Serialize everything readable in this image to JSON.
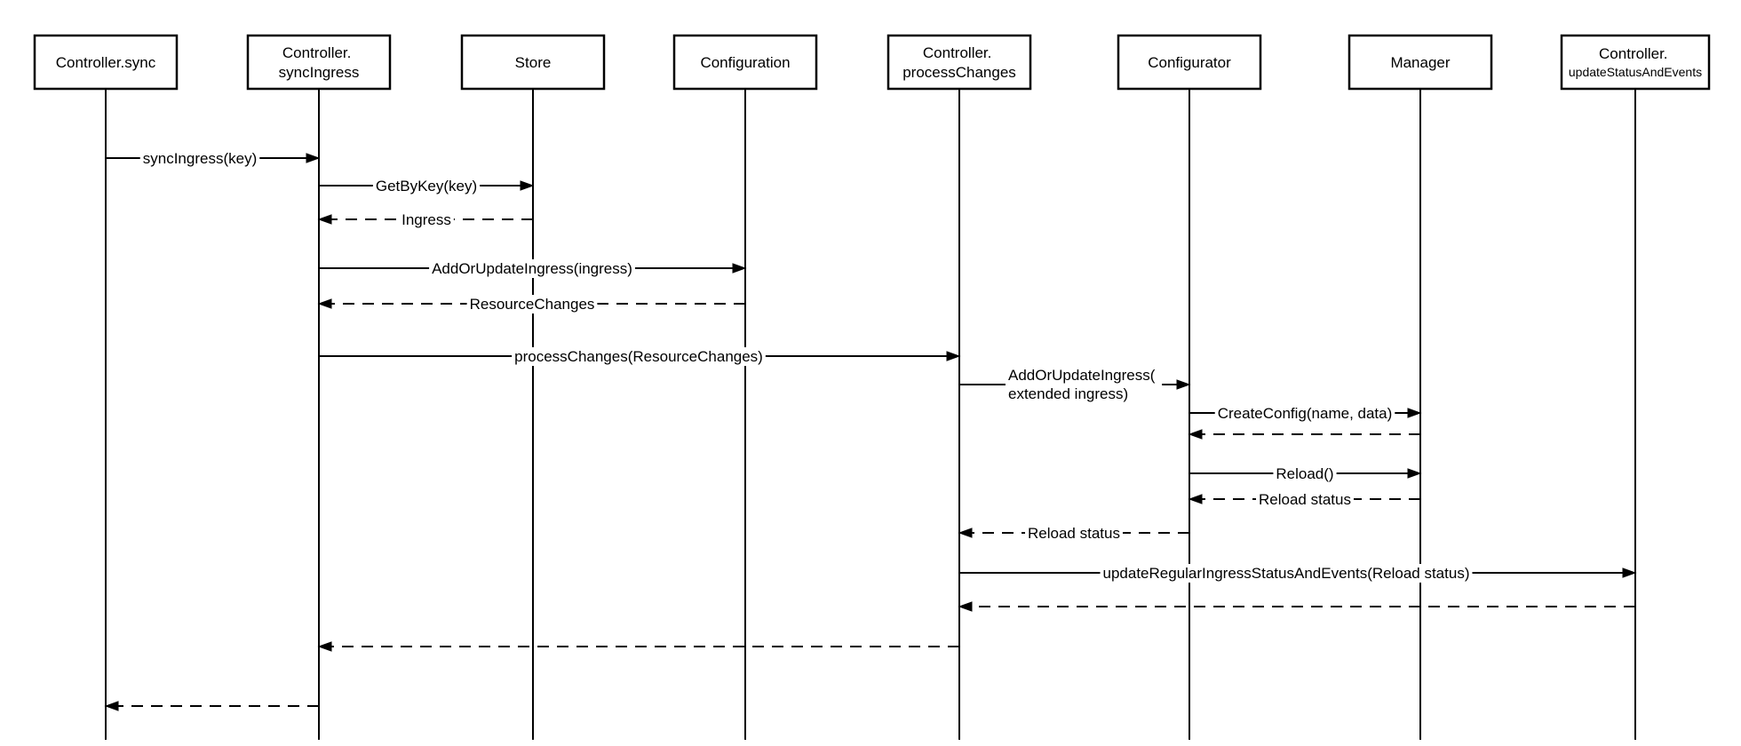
{
  "diagram": {
    "type": "sequence",
    "colors": {
      "line": "#000000",
      "background": "#ffffff",
      "text": "#000000"
    },
    "participants": [
      {
        "id": "controller-sync",
        "line1": "Controller.sync",
        "line2": ""
      },
      {
        "id": "controller-syncingress",
        "line1": "Controller.",
        "line2": "syncIngress"
      },
      {
        "id": "store",
        "line1": "Store",
        "line2": ""
      },
      {
        "id": "configuration",
        "line1": "Configuration",
        "line2": ""
      },
      {
        "id": "controller-processchanges",
        "line1": "Controller.",
        "line2": "processChanges"
      },
      {
        "id": "configurator",
        "line1": "Configurator",
        "line2": ""
      },
      {
        "id": "manager",
        "line1": "Manager",
        "line2": ""
      },
      {
        "id": "controller-updatestatusandevents",
        "line1": "Controller.",
        "line2": "updateStatusAndEvents"
      }
    ],
    "messages": [
      {
        "label": "syncIngress(key)",
        "from": "Controller.sync",
        "to": "Controller.syncIngress",
        "style": "solid"
      },
      {
        "label": "GetByKey(key)",
        "from": "Controller.syncIngress",
        "to": "Store",
        "style": "solid"
      },
      {
        "label": "Ingress",
        "from": "Store",
        "to": "Controller.syncIngress",
        "style": "dashed"
      },
      {
        "label": "AddOrUpdateIngress(ingress)",
        "from": "Controller.syncIngress",
        "to": "Configuration",
        "style": "solid"
      },
      {
        "label": "ResourceChanges",
        "from": "Configuration",
        "to": "Controller.syncIngress",
        "style": "dashed"
      },
      {
        "label": "processChanges(ResourceChanges)",
        "from": "Controller.syncIngress",
        "to": "Controller.processChanges",
        "style": "solid"
      },
      {
        "label": "AddOrUpdateIngress(",
        "label2": "extended ingress)",
        "from": "Controller.processChanges",
        "to": "Configurator",
        "style": "solid"
      },
      {
        "label": "CreateConfig(name, data)",
        "from": "Configurator",
        "to": "Manager",
        "style": "solid"
      },
      {
        "label": "",
        "from": "Manager",
        "to": "Configurator",
        "style": "dashed"
      },
      {
        "label": "Reload()",
        "from": "Configurator",
        "to": "Manager",
        "style": "solid"
      },
      {
        "label": "Reload status",
        "from": "Manager",
        "to": "Configurator",
        "style": "dashed"
      },
      {
        "label": "Reload status",
        "from": "Configurator",
        "to": "Controller.processChanges",
        "style": "dashed"
      },
      {
        "label": "updateRegularIngressStatusAndEvents(Reload status)",
        "from": "Controller.processChanges",
        "to": "Controller.updateStatusAndEvents",
        "style": "solid"
      },
      {
        "label": "",
        "from": "Controller.updateStatusAndEvents",
        "to": "Controller.processChanges",
        "style": "dashed"
      },
      {
        "label": "",
        "from": "Controller.processChanges",
        "to": "Controller.syncIngress",
        "style": "dashed"
      },
      {
        "label": "",
        "from": "Controller.syncIngress",
        "to": "Controller.sync",
        "style": "dashed"
      }
    ]
  }
}
